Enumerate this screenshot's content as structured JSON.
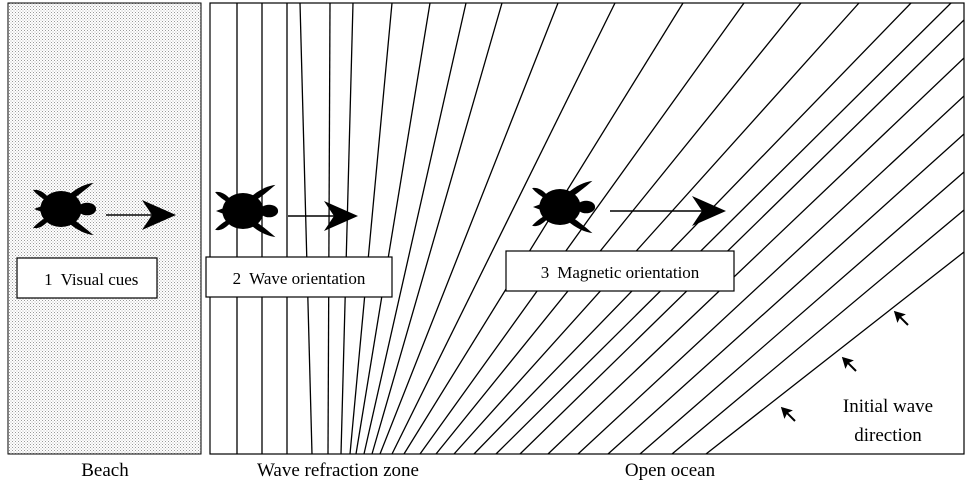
{
  "stages": [
    {
      "number": "1",
      "label": "Visual cues"
    },
    {
      "number": "2",
      "label": "Wave orientation"
    },
    {
      "number": "3",
      "label": "Magnetic orientation"
    }
  ],
  "zones": {
    "beach": "Beach",
    "refraction": "Wave refraction zone",
    "ocean": "Open ocean"
  },
  "wave_note": {
    "line1": "Initial wave",
    "line2": "direction"
  },
  "colors": {
    "ink": "#000000",
    "beach_fill": "#e4e4e4",
    "background": "#ffffff"
  },
  "icons": [
    "turtle-icon",
    "arrow-right-icon",
    "arrow-up-left-icon"
  ]
}
